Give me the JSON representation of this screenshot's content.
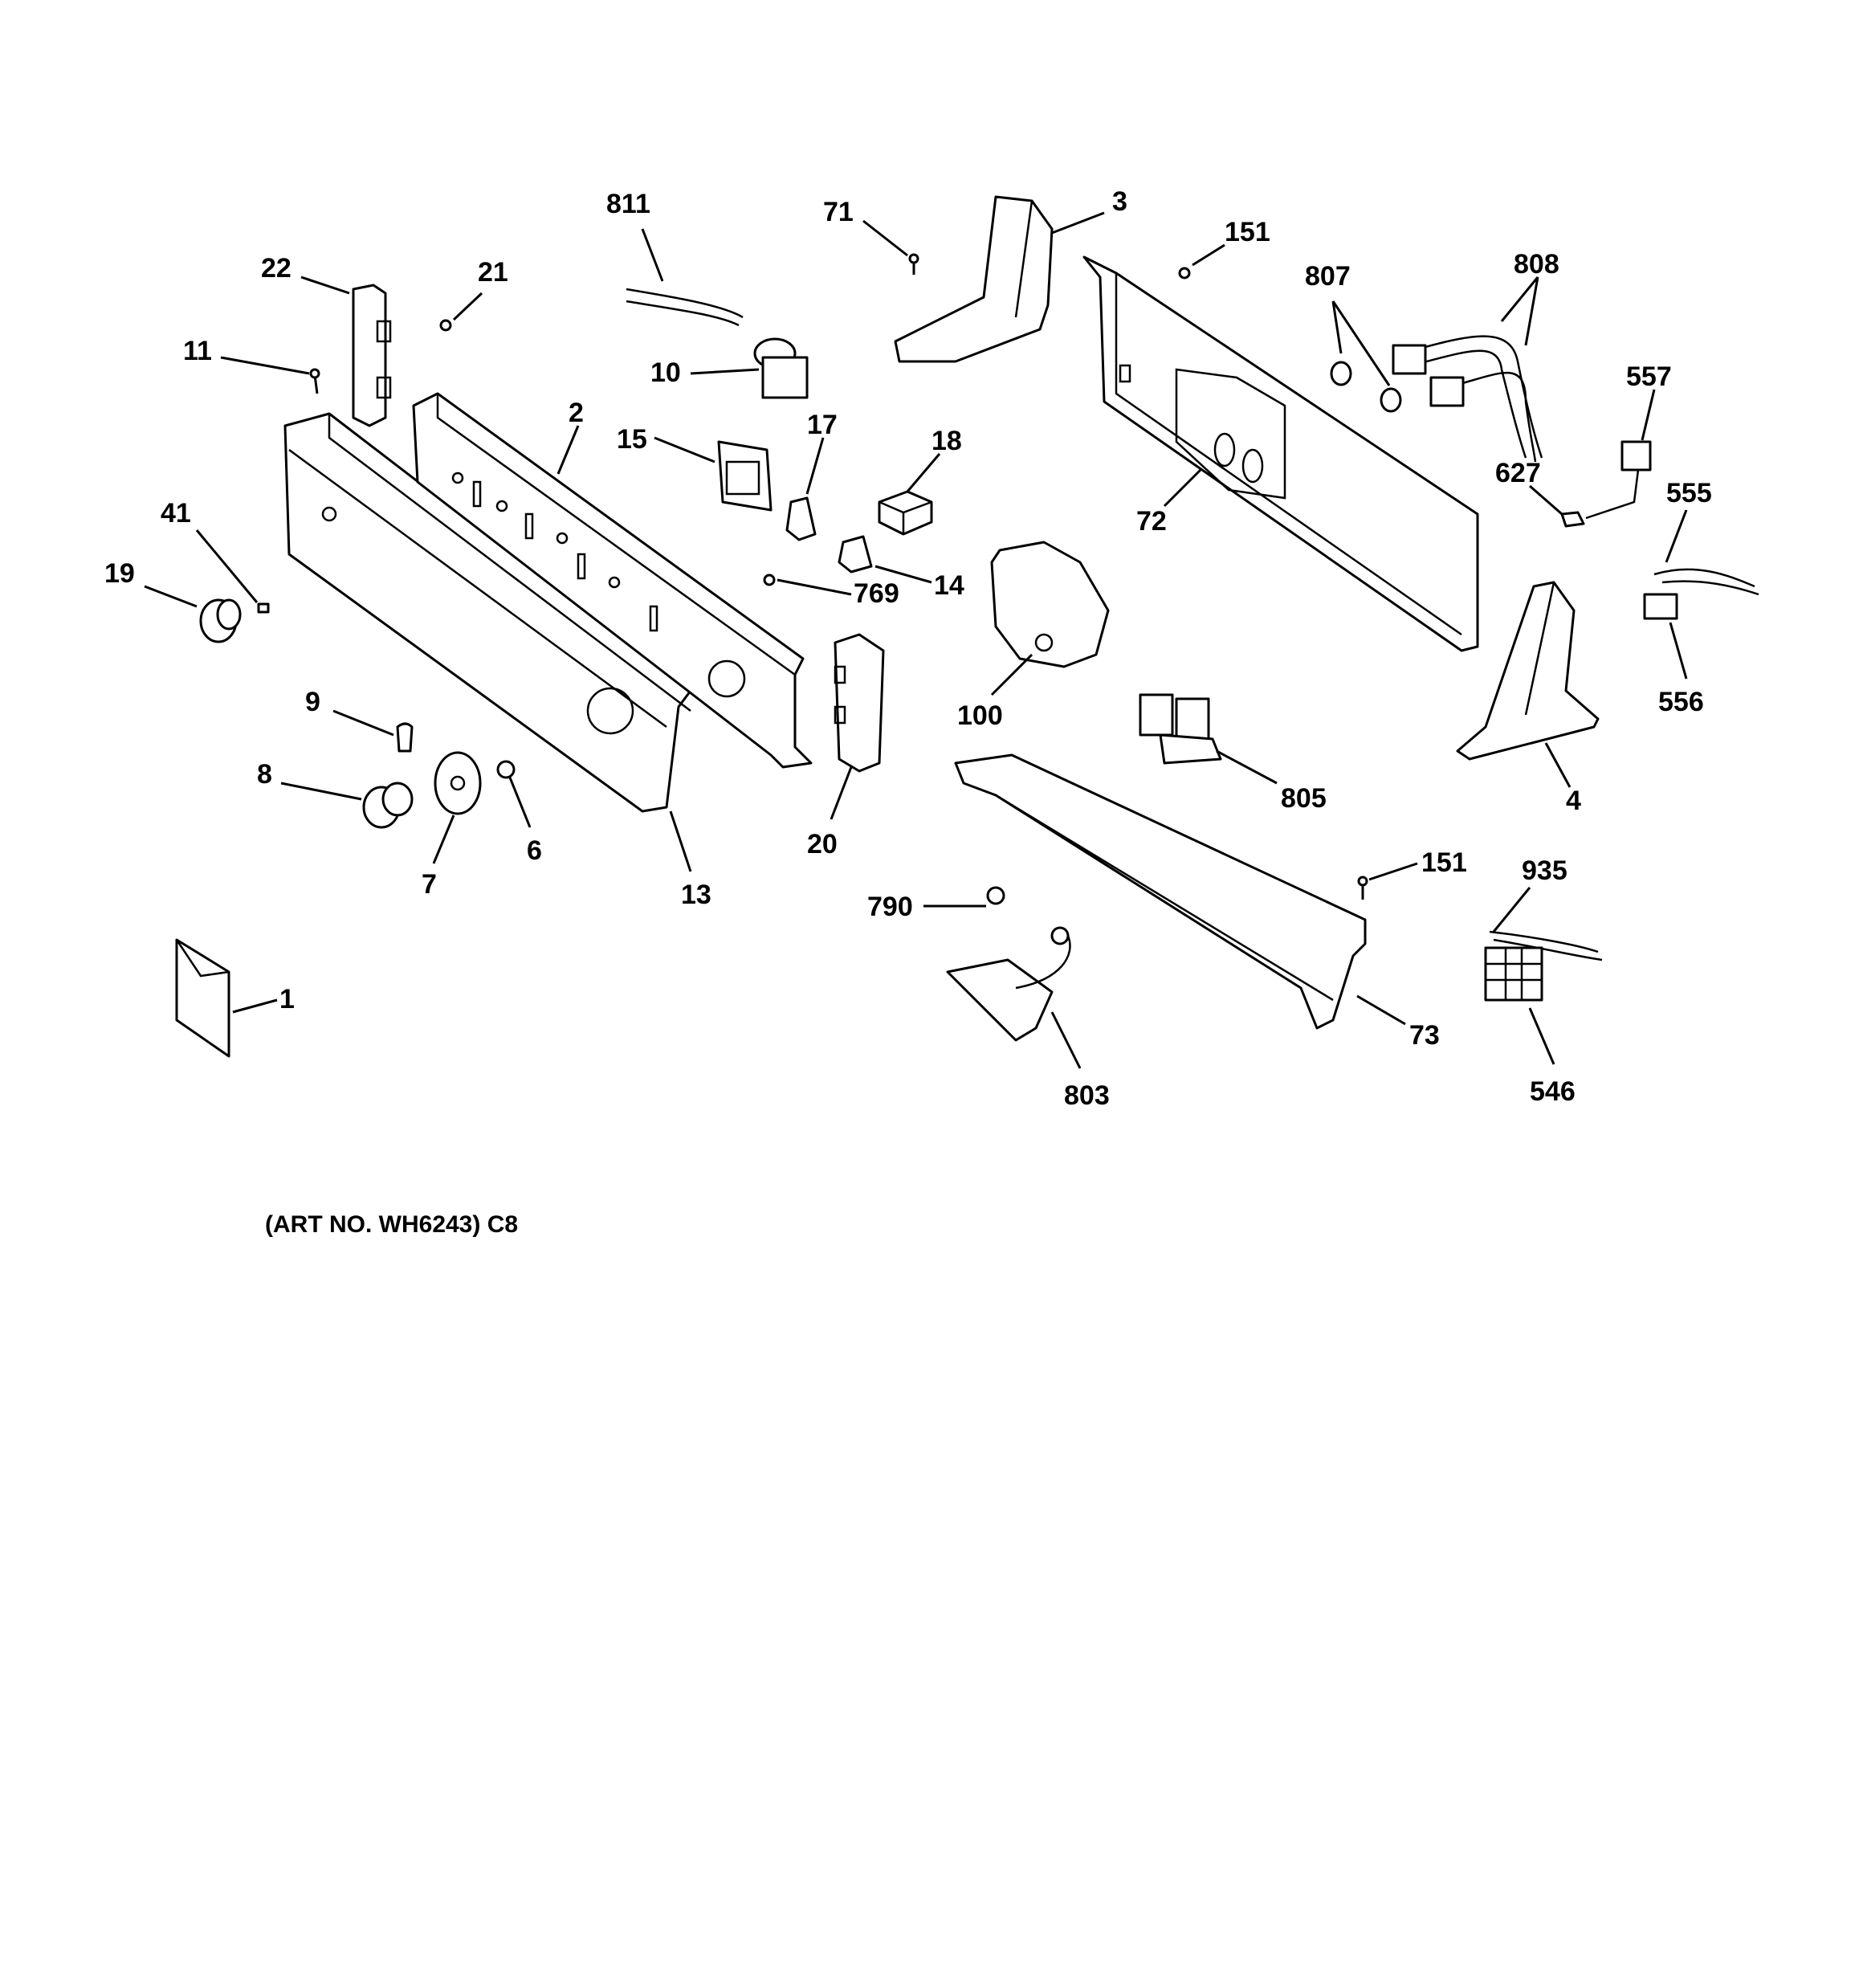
{
  "diagram": {
    "art_note": "(ART NO. WH6243) C8",
    "colors": {
      "ink": "#000000",
      "paper": "#ffffff"
    },
    "callouts": [
      {
        "id": "811",
        "text": "811"
      },
      {
        "id": "71",
        "text": "71"
      },
      {
        "id": "3",
        "text": "3"
      },
      {
        "id": "151a",
        "text": "151"
      },
      {
        "id": "807",
        "text": "807"
      },
      {
        "id": "808",
        "text": "808"
      },
      {
        "id": "22",
        "text": "22"
      },
      {
        "id": "21",
        "text": "21"
      },
      {
        "id": "11",
        "text": "11"
      },
      {
        "id": "10",
        "text": "10"
      },
      {
        "id": "2",
        "text": "2"
      },
      {
        "id": "15",
        "text": "15"
      },
      {
        "id": "17",
        "text": "17"
      },
      {
        "id": "18",
        "text": "18"
      },
      {
        "id": "557",
        "text": "557"
      },
      {
        "id": "627",
        "text": "627"
      },
      {
        "id": "72",
        "text": "72"
      },
      {
        "id": "555",
        "text": "555"
      },
      {
        "id": "41",
        "text": "41"
      },
      {
        "id": "19",
        "text": "19"
      },
      {
        "id": "769",
        "text": "769"
      },
      {
        "id": "14",
        "text": "14"
      },
      {
        "id": "556",
        "text": "556"
      },
      {
        "id": "100",
        "text": "100"
      },
      {
        "id": "9",
        "text": "9"
      },
      {
        "id": "8",
        "text": "8"
      },
      {
        "id": "6",
        "text": "6"
      },
      {
        "id": "7",
        "text": "7"
      },
      {
        "id": "13",
        "text": "13"
      },
      {
        "id": "20",
        "text": "20"
      },
      {
        "id": "805",
        "text": "805"
      },
      {
        "id": "4",
        "text": "4"
      },
      {
        "id": "151b",
        "text": "151"
      },
      {
        "id": "935",
        "text": "935"
      },
      {
        "id": "790",
        "text": "790"
      },
      {
        "id": "1",
        "text": "1"
      },
      {
        "id": "73",
        "text": "73"
      },
      {
        "id": "803",
        "text": "803"
      },
      {
        "id": "546",
        "text": "546"
      }
    ]
  }
}
